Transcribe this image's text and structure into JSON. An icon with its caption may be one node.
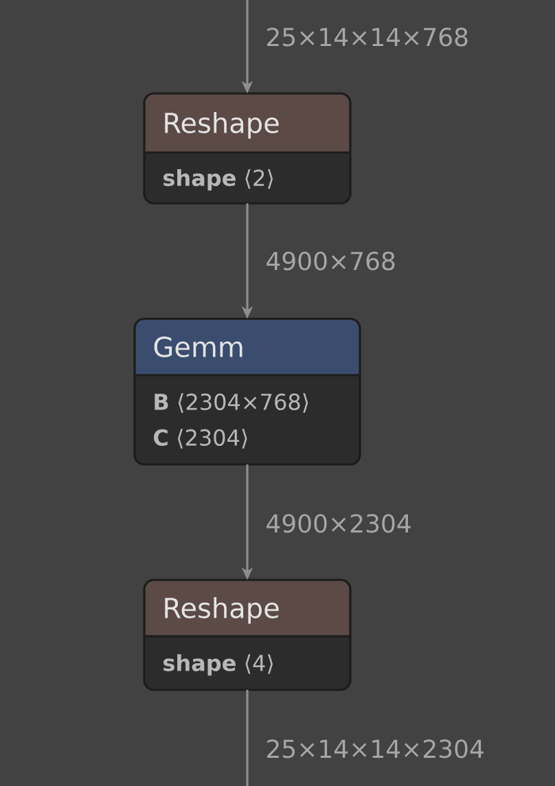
{
  "diagram": {
    "nodes": [
      {
        "text": [
          "Reshape",
          "**shape** ⟨2⟩"
        ]
      },
      {
        "text": [
          "Gemm",
          "**B** ⟨2304×768⟩",
          "**C** ⟨2304⟩"
        ]
      },
      {
        "text": [
          "Reshape",
          "**shape** ⟨4⟩"
        ]
      }
    ],
    "edges": [
      {
        "from": null,
        "to": 0,
        "arrow": "to",
        "label": "25×14×14×768"
      },
      {
        "from": 0,
        "to": 1,
        "arrow": "to",
        "label": "4900×768"
      },
      {
        "from": 1,
        "to": 2,
        "arrow": "to",
        "label": "4900×2304"
      },
      {
        "from": 2,
        "to": null,
        "arrow": "none",
        "label": "25×14×14×2304"
      }
    ]
  }
}
